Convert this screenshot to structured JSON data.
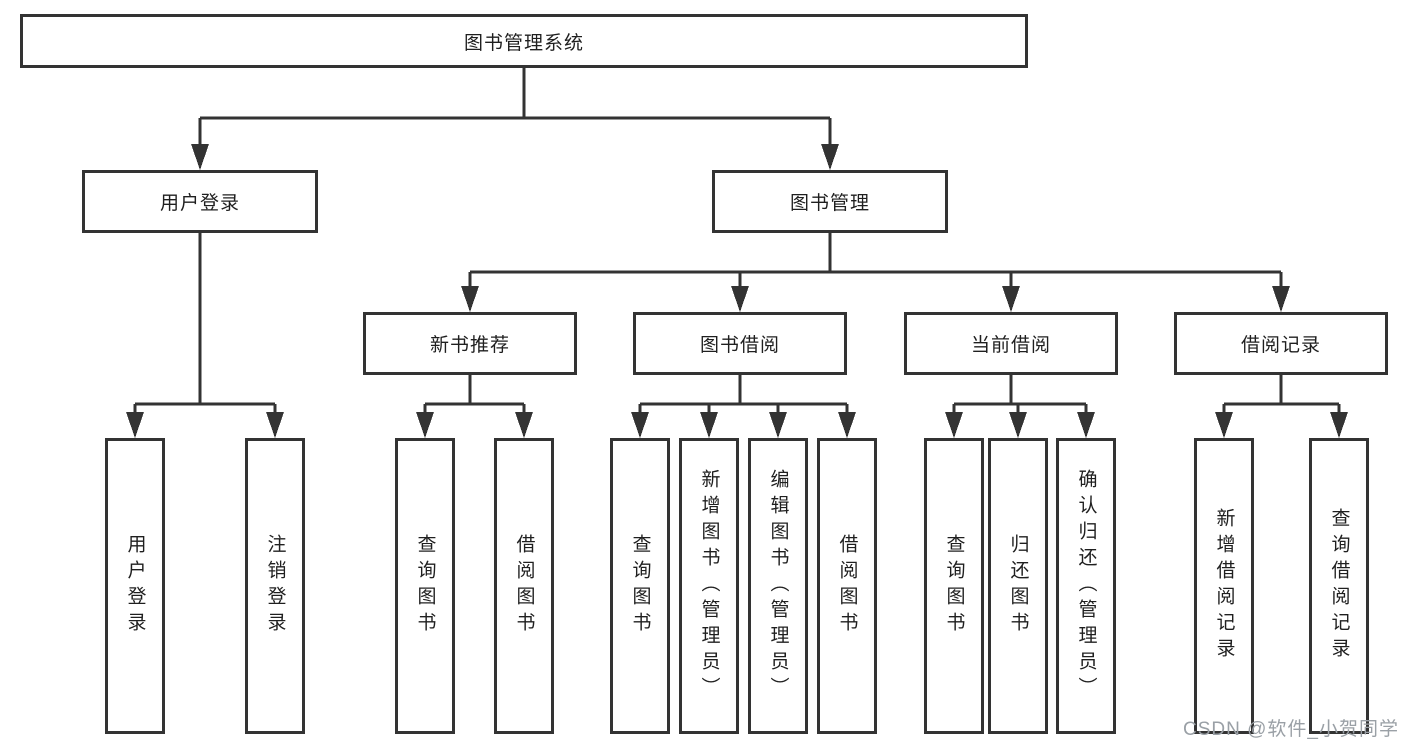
{
  "diagram": {
    "root": "图书管理系统",
    "branches": [
      {
        "label": "用户登录",
        "leaves": [
          "用户登录",
          "注销登录"
        ]
      },
      {
        "label": "图书管理",
        "sections": [
          {
            "label": "新书推荐",
            "leaves": [
              "查询图书",
              "借阅图书"
            ]
          },
          {
            "label": "图书借阅",
            "leaves": [
              "查询图书",
              "新增图书（管理员）",
              "编辑图书（管理员）",
              "借阅图书"
            ]
          },
          {
            "label": "当前借阅",
            "leaves": [
              "查询图书",
              "归还图书",
              "确认归还（管理员）"
            ]
          },
          {
            "label": "借阅记录",
            "leaves": [
              "新增借阅记录",
              "查询借阅记录"
            ]
          }
        ]
      }
    ]
  },
  "watermark": "CSDN @软件_小贺同学",
  "style": {
    "line_color": "#333333",
    "text_color": "#1f1f1f",
    "watermark_color": "#9aa0a6",
    "background": "#ffffff"
  }
}
